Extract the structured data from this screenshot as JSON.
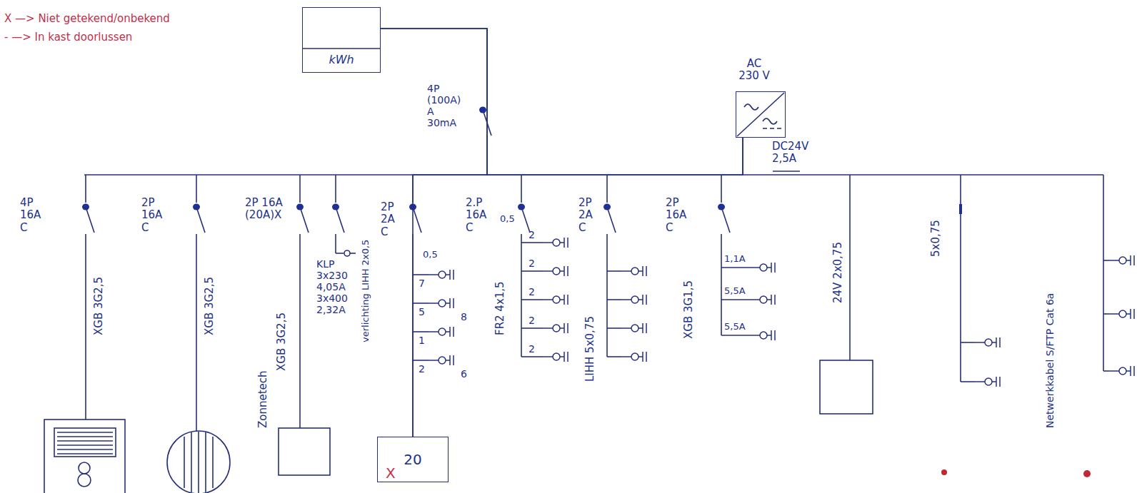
{
  "diagram": {
    "nodes": [
      {
        "text": [
          "kWh"
        ]
      },
      {
        "text": [
          "AC 230 V",
          "DC24V 2,5A"
        ]
      },
      {
        "text": [
          "20"
        ]
      }
    ],
    "edges": [
      {
        "from": 0,
        "to": 1,
        "arrow": "none"
      },
      {
        "from": 0,
        "to": 2,
        "arrow": "none"
      }
    ],
    "labels": [
      "X —> Niet getekend/onbekend",
      "- —> In kast doorlussen",
      "4P (100A) A 30mA",
      "4P 16A C",
      "XGB 3G2,5",
      "2P 16A C",
      "XGB 3G2,5",
      "2P 16A (20A)X",
      "Zonnetech",
      "XGB 3G2,5",
      "KLP 3x230 4,05A 3x400 2,32A",
      "verlichting LIHH 2x0,5",
      "2P 2A C",
      "0,5",
      "7",
      "5",
      "1",
      "2",
      "8",
      "6",
      "2.P 16A C",
      "0,5",
      "FR2 4x1,5",
      "2",
      "2",
      "2",
      "2",
      "2",
      "2P 2A C",
      "LIHH 5x0,75",
      "2P 16A C",
      "XGB 3G1,5",
      "1,1A",
      "5,5A",
      "5,5A",
      "24V 2x0,75",
      "5x0,75",
      "Netwerkkabel S/FTP Cat 6a",
      "X"
    ]
  }
}
